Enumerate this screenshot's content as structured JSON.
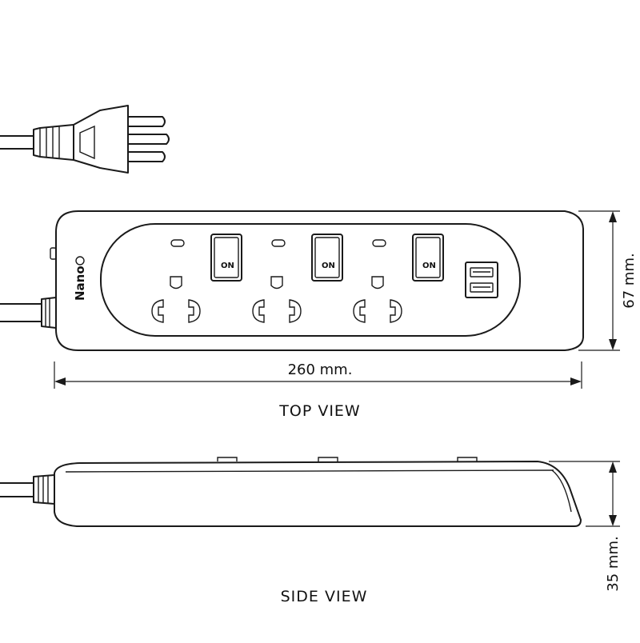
{
  "drawing": {
    "brand": "Nano",
    "switch_label": "ON",
    "top_view": {
      "label": "TOP VIEW",
      "length_label": "260 mm.",
      "width_label": "67 mm."
    },
    "side_view": {
      "label": "SIDE VIEW",
      "height_label": "35 mm."
    }
  }
}
